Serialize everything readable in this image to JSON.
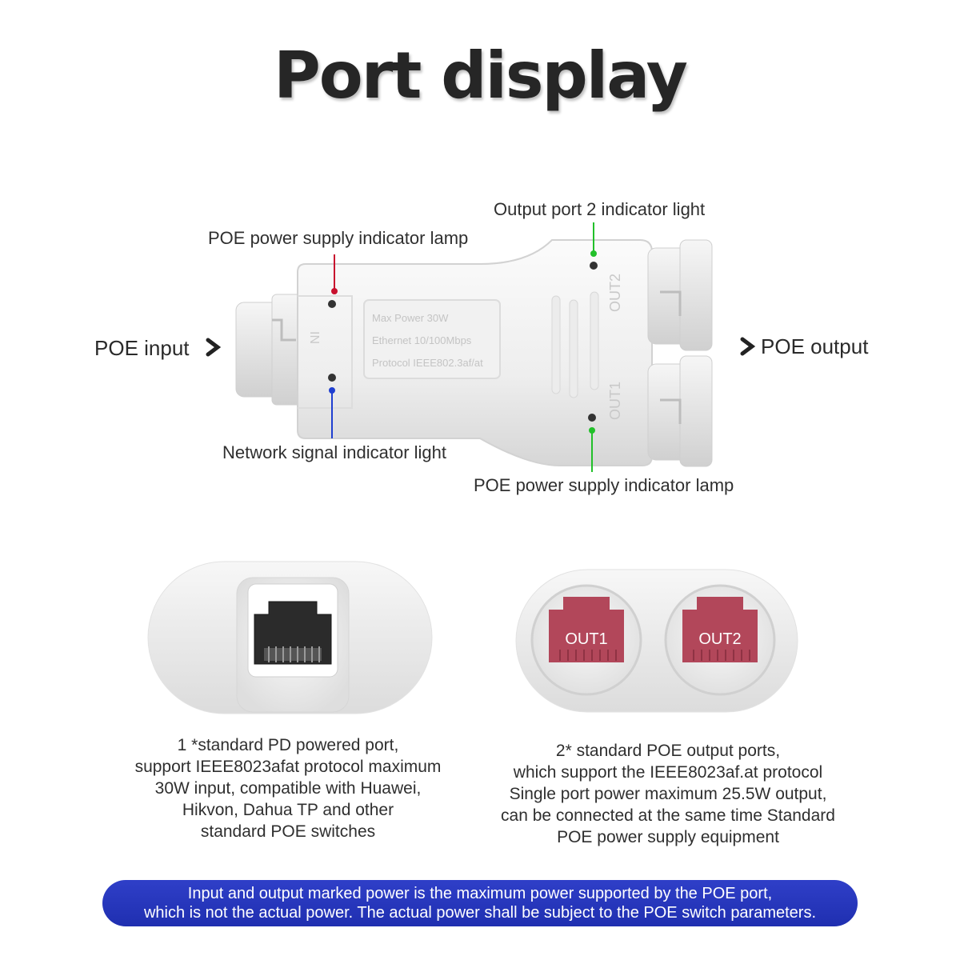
{
  "title": "Port display",
  "diagram": {
    "callouts": {
      "poe_lamp_top": "POE power supply indicator lamp",
      "output2_light": "Output port 2 indicator light",
      "network_signal": "Network signal indicator light",
      "poe_lamp_bottom": "POE power supply indicator lamp"
    },
    "poe_input": "POE input",
    "poe_output": "POE output",
    "device_label": {
      "line1": "Max Power 30W",
      "line2": "Ethernet 10/100Mbps",
      "line3": "Protocol IEEE802.3af/at",
      "in": "IN",
      "out1": "OUT1",
      "out2": "OUT2"
    },
    "lead_colors": {
      "red": "#c8102e",
      "green": "#22c02a",
      "blue": "#1f3fd0"
    }
  },
  "ports": {
    "out1_label": "OUT1",
    "out2_label": "OUT2",
    "input_desc": [
      "1 *standard PD powered port,",
      "support IEEE8023afat protocol maximum",
      "30W input, compatible with Huawei,",
      "Hikvon, Dahua TP and other",
      "standard POE switches"
    ],
    "output_desc": [
      "2* standard POE output ports,",
      "which support the IEEE8023af.at protocol",
      "Single port power maximum 25.5W output,",
      "can be connected at the same time Standard",
      "POE power supply equipment"
    ]
  },
  "banner": {
    "line1": "Input and output marked power is the maximum power supported by the POE port,",
    "line2": "which is not the actual power. The actual power shall be subject to the POE switch parameters."
  }
}
